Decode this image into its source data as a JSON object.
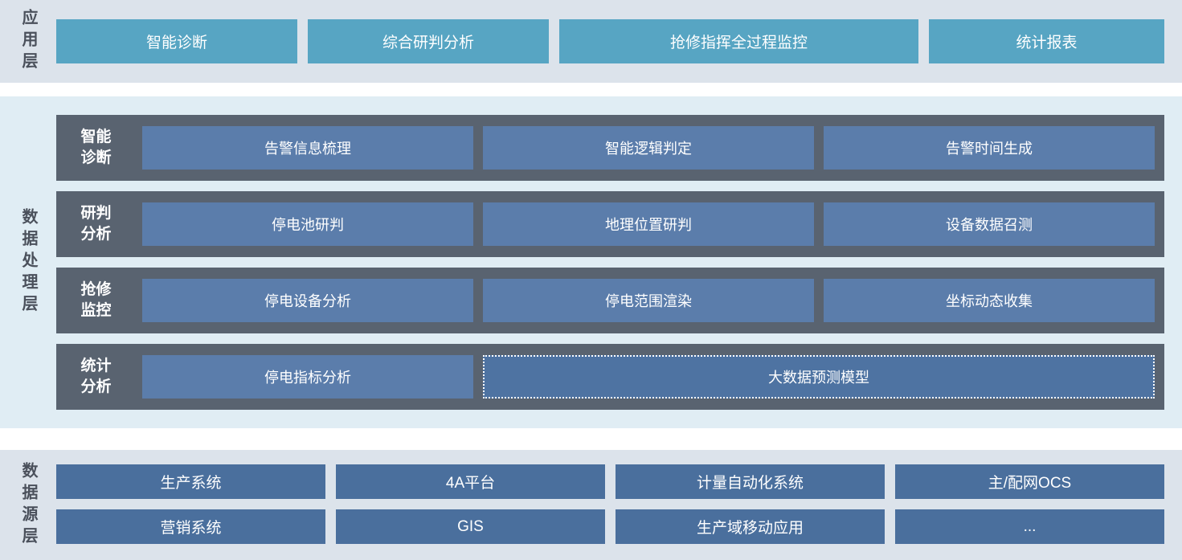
{
  "app_layer": {
    "label": "应用层",
    "buttons": [
      "智能诊断",
      "综合研判分析",
      "抢修指挥全过程监控",
      "统计报表"
    ]
  },
  "processing_layer": {
    "label": "数据处理层",
    "rows": [
      {
        "title": "智能诊断",
        "boxes": [
          "告警信息梳理",
          "智能逻辑判定",
          "告警时间生成"
        ]
      },
      {
        "title": "研判分析",
        "boxes": [
          "停电池研判",
          "地理位置研判",
          "设备数据召测"
        ]
      },
      {
        "title": "抢修监控",
        "boxes": [
          "停电设备分析",
          "停电范围渲染",
          "坐标动态收集"
        ]
      },
      {
        "title": "统计分析",
        "boxes": [
          "停电指标分析"
        ],
        "dashed_box": "大数据预测模型"
      }
    ]
  },
  "source_layer": {
    "label": "数据源层",
    "rows": [
      [
        "生产系统",
        "4A平台",
        "计量自动化系统",
        "主/配网OCS"
      ],
      [
        "营销系统",
        "GIS",
        "生产域移动应用",
        "..."
      ]
    ]
  },
  "colors": {
    "app_button": "#57a5c3",
    "process_row_bg": "#596370",
    "process_box": "#5b7dab",
    "dashed_box": "#4e73a2",
    "source_box": "#4a6f9d",
    "app_section_bg": "#dce3eb",
    "process_section_bg": "#e0edf4",
    "source_section_bg": "#dce3eb",
    "label_text": "#4a505b",
    "box_text": "#ffffff",
    "gap_bg": "#ffffff"
  }
}
